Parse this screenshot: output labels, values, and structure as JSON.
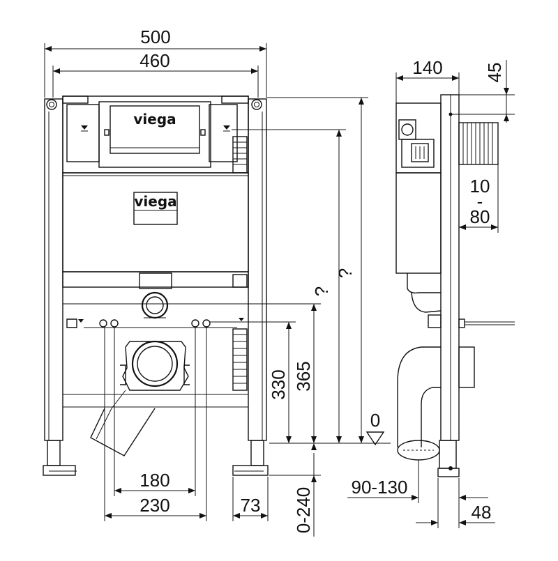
{
  "brand": {
    "logo_top": "viega",
    "logo_panel": "viega"
  },
  "front_view": {
    "dim_overall_width": "500",
    "dim_inner_width": "460",
    "dim_height_a": "?",
    "dim_height_b": "?",
    "dim_drain_height": "365",
    "dim_fixing_height": "330",
    "dim_bolt_spacing": "180",
    "dim_bracket_spacing": "230",
    "dim_foot_width": "73",
    "dim_foot_adjust": "0-240",
    "datum_label": "0"
  },
  "side_view": {
    "dim_depth": "140",
    "dim_top_offset": "45",
    "dim_wall_range_top": "10",
    "dim_wall_range_sep": "-",
    "dim_wall_range_bottom": "80",
    "dim_drain_offset": "90-130",
    "dim_foot_offset": "48"
  }
}
